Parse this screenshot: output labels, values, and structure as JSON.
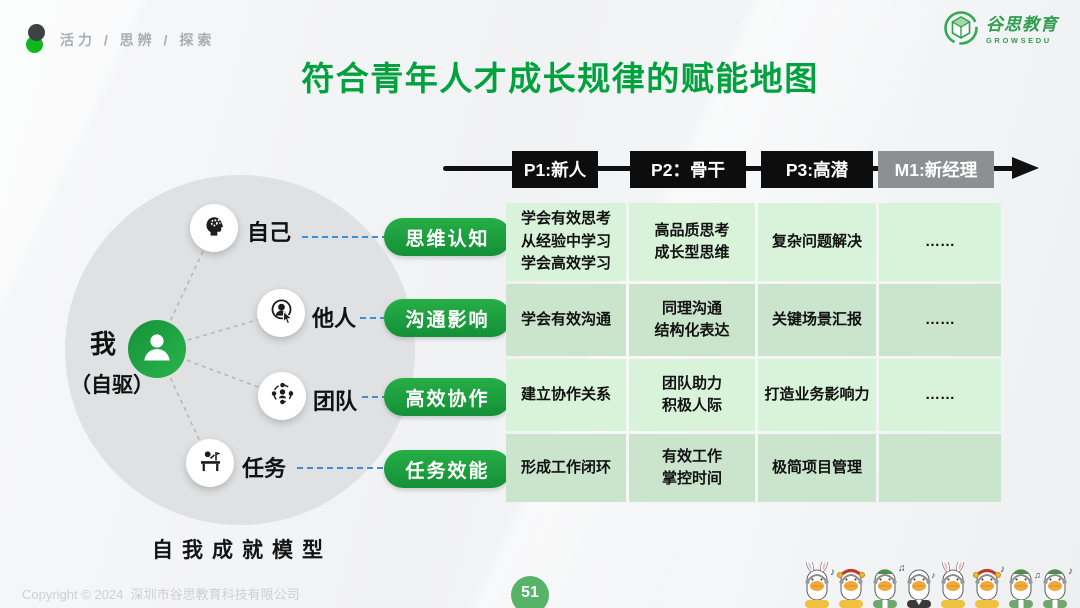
{
  "brand": {
    "tagline": "活力 / 思辨 / 探索"
  },
  "logo": {
    "name": "谷思教育",
    "subtitle": "GROWSEDU"
  },
  "title": "符合青年人才成长规律的赋能地图",
  "model": {
    "center_label": "我",
    "center_sublabel": "（自驱）",
    "caption": "自我成就模型",
    "nodes": [
      {
        "id": "self",
        "label": "自己",
        "icon": "thinking-head-icon"
      },
      {
        "id": "others",
        "label": "他人",
        "icon": "person-cursor-icon"
      },
      {
        "id": "team",
        "label": "团队",
        "icon": "team-network-icon"
      },
      {
        "id": "task",
        "label": "任务",
        "icon": "desk-work-icon"
      }
    ]
  },
  "capabilities": [
    {
      "label": "思维认知"
    },
    {
      "label": "沟通影响"
    },
    {
      "label": "高效协作"
    },
    {
      "label": "任务效能"
    }
  ],
  "timeline": {
    "stages": [
      {
        "label": "P1:新人",
        "style": "black"
      },
      {
        "label": "P2：骨干",
        "style": "black"
      },
      {
        "label": "P3:高潜",
        "style": "black"
      },
      {
        "label": "M1:新经理",
        "style": "gray"
      }
    ]
  },
  "matrix": {
    "rows": [
      {
        "capability": "思维认知",
        "cells": [
          "学会有效思考\n从经验中学习\n学会高效学习",
          "高品质思考\n成长型思维",
          "复杂问题解决",
          "……"
        ]
      },
      {
        "capability": "沟通影响",
        "cells": [
          "学会有效沟通",
          "同理沟通\n结构化表达",
          "关键场景汇报",
          "……"
        ]
      },
      {
        "capability": "高效协作",
        "cells": [
          "建立协作关系",
          "团队助力\n积极人际",
          "打造业务影响力",
          "……"
        ]
      },
      {
        "capability": "任务效能",
        "cells": [
          "形成工作闭环",
          "有效工作\n掌控时间",
          "极简项目管理",
          ""
        ]
      }
    ]
  },
  "footer": {
    "copyright": "Copyright © 2024  深圳市谷思教育科技有限公司",
    "page_number": "51"
  },
  "colors": {
    "accent_green": "#00a23e",
    "pill_green": "#1da23f",
    "avatar_green": "#1fa33d",
    "table_light": "#d9f3da",
    "table_dark": "#cbe5cd",
    "stage_black": "#0d0d0d",
    "stage_gray": "#8d9091",
    "dash_blue": "#3e8ed0",
    "dash_gray": "#b5b8ba"
  }
}
